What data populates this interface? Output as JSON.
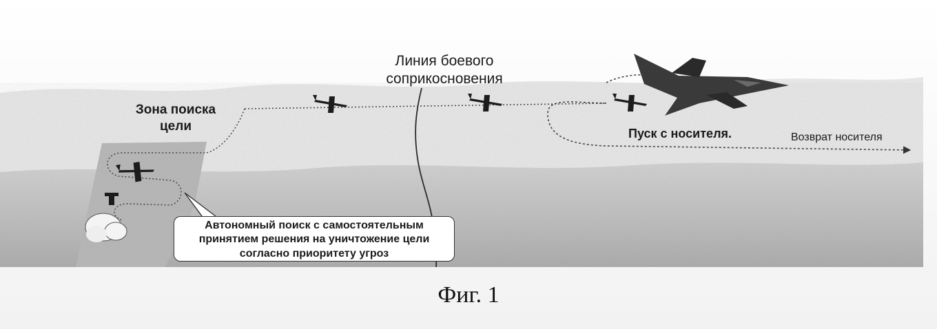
{
  "labels": {
    "search_zone": [
      "Зона поиска",
      "цели"
    ],
    "contact_line": [
      "Линия боевого",
      "соприкосновения"
    ],
    "launch": "Пуск с носителя.",
    "return_carrier": "Возврат носителя"
  },
  "callout": {
    "lines": [
      "Автономный поиск с самостоятельным",
      "принятием решения на уничтожение цели",
      "согласно приоритету угроз"
    ]
  },
  "caption": "Фиг. 1",
  "icons": [
    "drone-icon",
    "fighter-jet-icon",
    "target-vehicle-icon",
    "smoke-cloud-icon"
  ]
}
